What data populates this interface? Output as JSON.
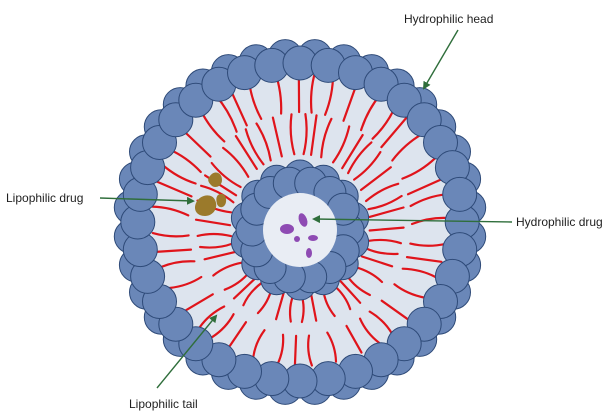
{
  "labels": {
    "hydrophilic_head": "Hydrophilic head",
    "lipophilic_drug": "Lipophilic drug",
    "hydrophilic_drug": "Hydrophilic drug",
    "lipophilic_tail": "Lipophilic tail"
  },
  "colors": {
    "head_fill": "#6a87b8",
    "head_stroke": "#2e4a78",
    "membrane_fill": "#dde4ee",
    "tail": "#e0141b",
    "lipophilic_drug": "#9b7a2b",
    "hydrophilic_drug": "#8e4bb3",
    "arrow": "#2f6e3b"
  },
  "structure": {
    "outer_head_count": 36,
    "inner_head_count": 14,
    "tail_count": 86
  }
}
